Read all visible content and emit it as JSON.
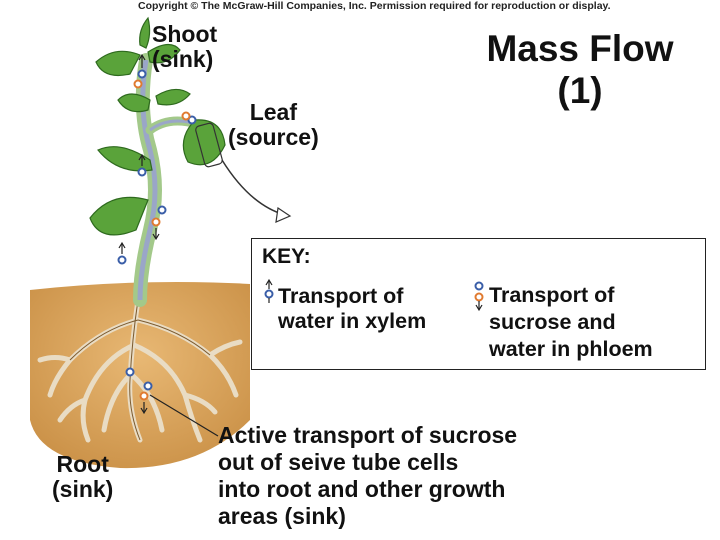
{
  "copyright": "Copyright © The McGraw-Hill Companies, Inc. Permission required for reproduction or display.",
  "title": [
    "Mass Flow",
    "(1)"
  ],
  "labels": {
    "shoot": [
      "Shoot",
      "(sink)"
    ],
    "leaf": [
      "Leaf",
      "(source)"
    ],
    "root": [
      "Root",
      "(sink)"
    ],
    "active_transport": [
      "Active transport of sucrose",
      "out of seive tube cells",
      "into root and other growth",
      "areas (sink)"
    ]
  },
  "key": {
    "title": "KEY:",
    "xylem": [
      "Transport of",
      "water in xylem"
    ],
    "phloem": [
      "Transport of",
      "sucrose and",
      "water in phloem"
    ]
  },
  "colors": {
    "soil": "#d9a55c",
    "leaf": "#5aa33a",
    "stem": "#a3c98a",
    "vessel": "#9aa6c8",
    "water_dot": "#3a5ea8",
    "sucrose_dot": "#e07a30"
  }
}
